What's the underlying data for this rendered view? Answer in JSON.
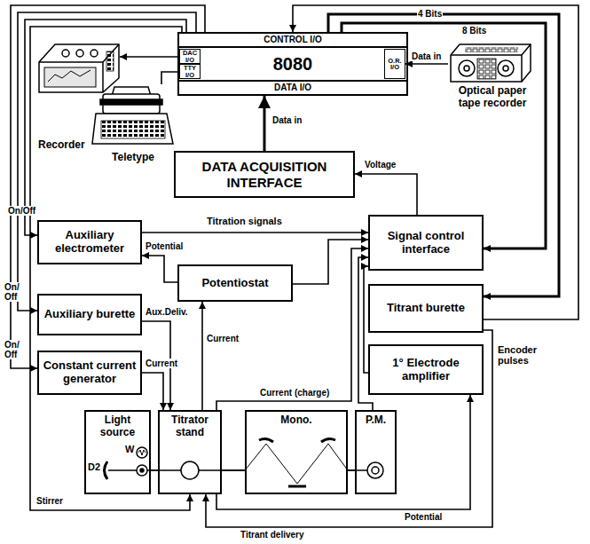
{
  "diagram": {
    "nodes": [
      {
        "text": [
          "CONTROL I/O",
          "8080",
          "DATA I/O"
        ]
      },
      {
        "text": [
          "DAC I/O"
        ],
        "in": 0
      },
      {
        "text": [
          "TTY I/O"
        ],
        "in": 0
      },
      {
        "text": [
          "O.R. I/O"
        ],
        "in": 0
      },
      {
        "text": [
          "Recorder"
        ]
      },
      {
        "text": [
          "Teletype"
        ]
      },
      {
        "text": [
          "Optical paper tape recorder"
        ]
      },
      {
        "text": [
          "DATA ACQUISITION INTERFACE"
        ]
      },
      {
        "text": [
          "Auxiliary electrometer"
        ]
      },
      {
        "text": [
          "Potentiostat"
        ]
      },
      {
        "text": [
          "Signal control interface"
        ]
      },
      {
        "text": [
          "Auxiliary burette"
        ]
      },
      {
        "text": [
          "Titrant burette"
        ]
      },
      {
        "text": [
          "Constant current generator"
        ]
      },
      {
        "text": [
          "1° Electrode amplifier"
        ]
      },
      {
        "text": [
          "Light source",
          "W",
          "D2"
        ]
      },
      {
        "text": [
          "Titrator stand"
        ]
      },
      {
        "text": [
          "Mono."
        ]
      },
      {
        "text": [
          "P.M."
        ]
      }
    ],
    "edges": [
      {
        "from": 6,
        "to": 3,
        "label": "Data in",
        "arrow": "to"
      },
      {
        "from": 1,
        "to": 4,
        "arrow": "to"
      },
      {
        "from": 2,
        "to": 5,
        "arrow": "none"
      },
      {
        "from": 7,
        "to": 0,
        "label": "Data in",
        "arrow": "to"
      },
      {
        "from": 10,
        "to": 7,
        "label": "Voltage",
        "arrow": "to"
      },
      {
        "from": 0,
        "to": 10,
        "label": "8 Bits",
        "arrow": "to"
      },
      {
        "from": 0,
        "to": 12,
        "label": "4 Bits",
        "arrow": "to"
      },
      {
        "from": 12,
        "to": 0,
        "label": "Encoder pulses",
        "arrow": "to"
      },
      {
        "from": 0,
        "to": 8,
        "label": "On/Off",
        "arrow": "to"
      },
      {
        "from": 0,
        "to": 11,
        "label": "On/ Off",
        "arrow": "to"
      },
      {
        "from": 0,
        "to": 13,
        "label": "On/ Off",
        "arrow": "to"
      },
      {
        "from": 0,
        "to": 16,
        "label": "Stirrer",
        "arrow": "to"
      },
      {
        "from": 9,
        "to": 8,
        "label": "Potential",
        "arrow": "to"
      },
      {
        "from": 8,
        "to": 10,
        "arrow": "to"
      },
      {
        "from": 9,
        "to": 10,
        "arrow": "to"
      },
      {
        "from": 16,
        "to": 9,
        "label": "Current",
        "arrow": "to"
      },
      {
        "from": 11,
        "to": 16,
        "label": "Aux.Deliv.",
        "arrow": "to"
      },
      {
        "from": 13,
        "to": 16,
        "label": "Current",
        "arrow": "to"
      },
      {
        "from": 12,
        "to": 16,
        "label": "Titrant delivery",
        "arrow": "to"
      },
      {
        "from": 16,
        "to": 14,
        "label": "Potential",
        "arrow": "to"
      },
      {
        "from": 16,
        "to": 10,
        "label": "Current (charge)",
        "arrow": "to"
      },
      {
        "from": 18,
        "to": 10,
        "arrow": "to"
      },
      {
        "from": 14,
        "to": 10,
        "arrow": "to"
      },
      {
        "from": 15,
        "to": 16,
        "arrow": "none"
      },
      {
        "from": 16,
        "to": 17,
        "arrow": "none"
      },
      {
        "from": 17,
        "to": 18,
        "arrow": "none"
      }
    ],
    "labels": [
      "Titration signals"
    ]
  }
}
